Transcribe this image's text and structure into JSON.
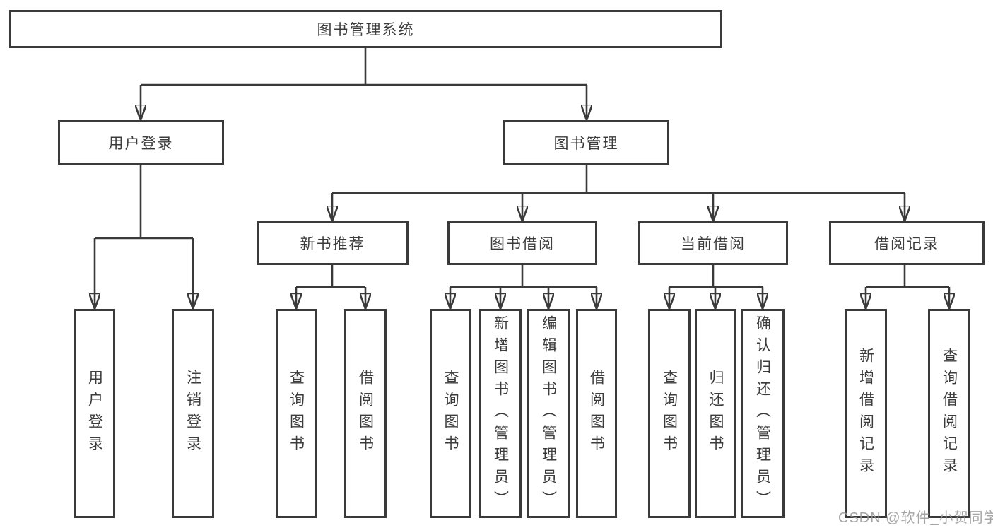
{
  "tree": {
    "root": "图书管理系统",
    "level2": [
      {
        "label": "用户登录",
        "leaves": [
          "用户登录",
          "注销登录"
        ]
      },
      {
        "label": "图书管理",
        "sections": [
          {
            "label": "新书推荐",
            "leaves": [
              "查询图书",
              "借阅图书"
            ]
          },
          {
            "label": "图书借阅",
            "leaves": [
              "查询图书",
              "新增图书（管理员）",
              "编辑图书（管理员）",
              "借阅图书"
            ]
          },
          {
            "label": "当前借阅",
            "leaves": [
              "查询图书",
              "归还图书",
              "确认归还（管理员）"
            ]
          },
          {
            "label": "借阅记录",
            "leaves": [
              "新增借阅记录",
              "查询借阅记录"
            ]
          }
        ]
      }
    ]
  },
  "watermark": "CSDN @软件_小贺同学",
  "colors": {
    "line": "#3a3a3a",
    "text": "#3c3c3c",
    "background": "#ffffff"
  }
}
